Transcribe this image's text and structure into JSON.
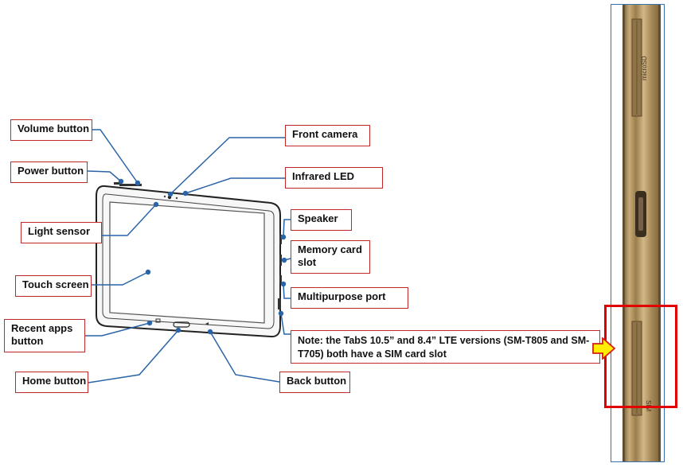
{
  "labels": {
    "volume_button": "Volume button",
    "power_button": "Power button",
    "light_sensor": "Light sensor",
    "touch_screen": "Touch screen",
    "recent_apps_button": "Recent apps button",
    "home_button": "Home button",
    "front_camera": "Front camera",
    "infrared_led": "Infrared LED",
    "speaker": "Speaker",
    "memory_card_slot": "Memory card slot",
    "multipurpose_port": "Multipurpose port",
    "back_button": "Back button",
    "note": "Note: the TabS 10.5” and 8.4” LTE versions (SM-T805 and SM-T705) both have a SIM card slot"
  },
  "side_panel": {
    "microsd_text": "microSD",
    "sim_text": "SIM"
  },
  "colors": {
    "label_border": "#c0282a",
    "leader_line": "#2a64a8",
    "highlight_box": "#e00000",
    "arrow_fill": "#ffee00",
    "arrow_outline": "#d81c1c",
    "device_gold": "#b3925e"
  }
}
